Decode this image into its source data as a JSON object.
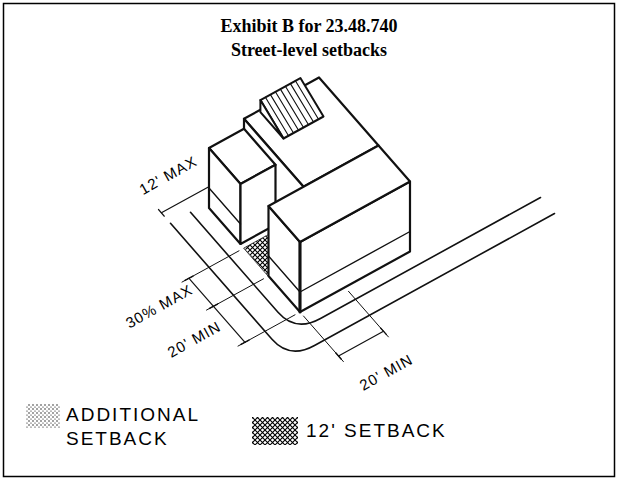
{
  "diagram": {
    "title": "Exhibit B for 23.48.740 Street-level setbacks",
    "labels": [
      "12' MAX",
      "30% MAX",
      "20' MIN",
      "20' MIN"
    ],
    "legend": [
      {
        "text": "ADDITIONAL SETBACK"
      },
      {
        "text": "12' SETBACK"
      }
    ]
  }
}
